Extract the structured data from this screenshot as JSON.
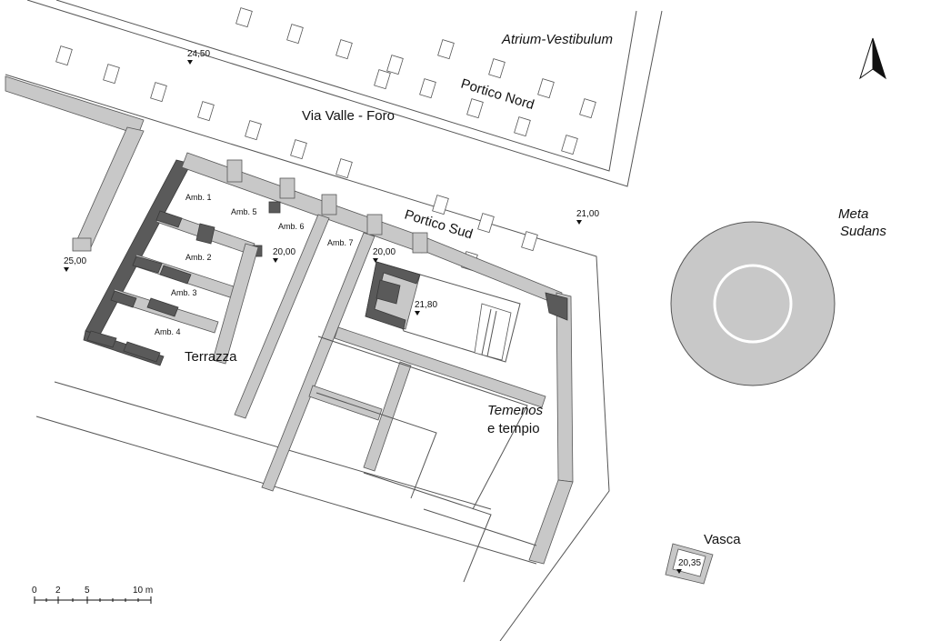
{
  "labels": {
    "atrium": "Atrium-Vestibulum",
    "portico_nord": "Portico Nord",
    "via_valle_foro": "Via Valle - Foro",
    "portico_sud": "Portico Sud",
    "meta_sudans_1": "Meta",
    "meta_sudans_2": "Sudans",
    "terrazza": "Terrazza",
    "temenos_1": "Temenos",
    "temenos_2": "e tempio",
    "vasca": "Vasca"
  },
  "rooms": {
    "amb1": "Amb. 1",
    "amb2": "Amb. 2",
    "amb3": "Amb. 3",
    "amb4": "Amb. 4",
    "amb5": "Amb. 5",
    "amb6": "Amb. 6",
    "amb7": "Amb. 7"
  },
  "elevations": {
    "e2450": "24,50",
    "e2500": "25,00",
    "e2000a": "20,00",
    "e2000b": "20,00",
    "e2100": "21,00",
    "e2180": "21,80",
    "e2035": "20,35"
  },
  "scale_bar": {
    "t0": "0",
    "t2": "2",
    "t5": "5",
    "t10": "10 m"
  },
  "colors": {
    "wall_light": "#c8c8c8",
    "wall_dark": "#5a5a5a",
    "lines": "#555555"
  },
  "north_arrow": "north-arrow-icon"
}
